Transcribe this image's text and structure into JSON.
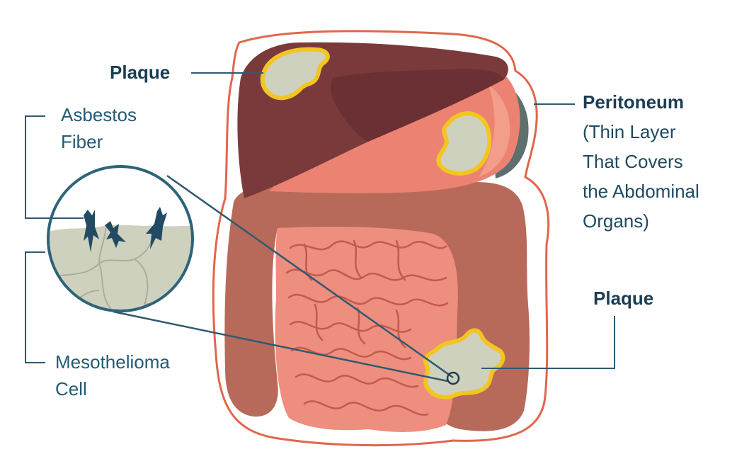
{
  "labels": {
    "plaque_top": "Plaque",
    "asbestos_line1": "Asbestos",
    "asbestos_line2": "Fiber",
    "mesothelioma_line1": "Mesothelioma",
    "mesothelioma_line2": "Cell",
    "peritoneum_title": "Peritoneum",
    "peritoneum_desc_1": "(Thin Layer",
    "peritoneum_desc_2": "That Covers",
    "peritoneum_desc_3": "the Abdominal",
    "peritoneum_desc_4": "Organs)",
    "plaque_bottom": "Plaque"
  },
  "colors": {
    "outline": "#e2664c",
    "liver_dark": "#7a3a3c",
    "liver_shadow": "#6b3034",
    "stomach": "#ec8372",
    "stomach_light": "#f39d8b",
    "stomach_back": "#5f6f6d",
    "colon": "#b86a5a",
    "intestine": "#ee8e7e",
    "intestine_line": "#c35a4d",
    "plaque_fill": "#cfd1bf",
    "plaque_border": "#f3c521",
    "cell_fill": "#cfd1bf",
    "circle_border": "#2e6479",
    "leader": "#2f5a70",
    "fiber": "#234a63"
  }
}
